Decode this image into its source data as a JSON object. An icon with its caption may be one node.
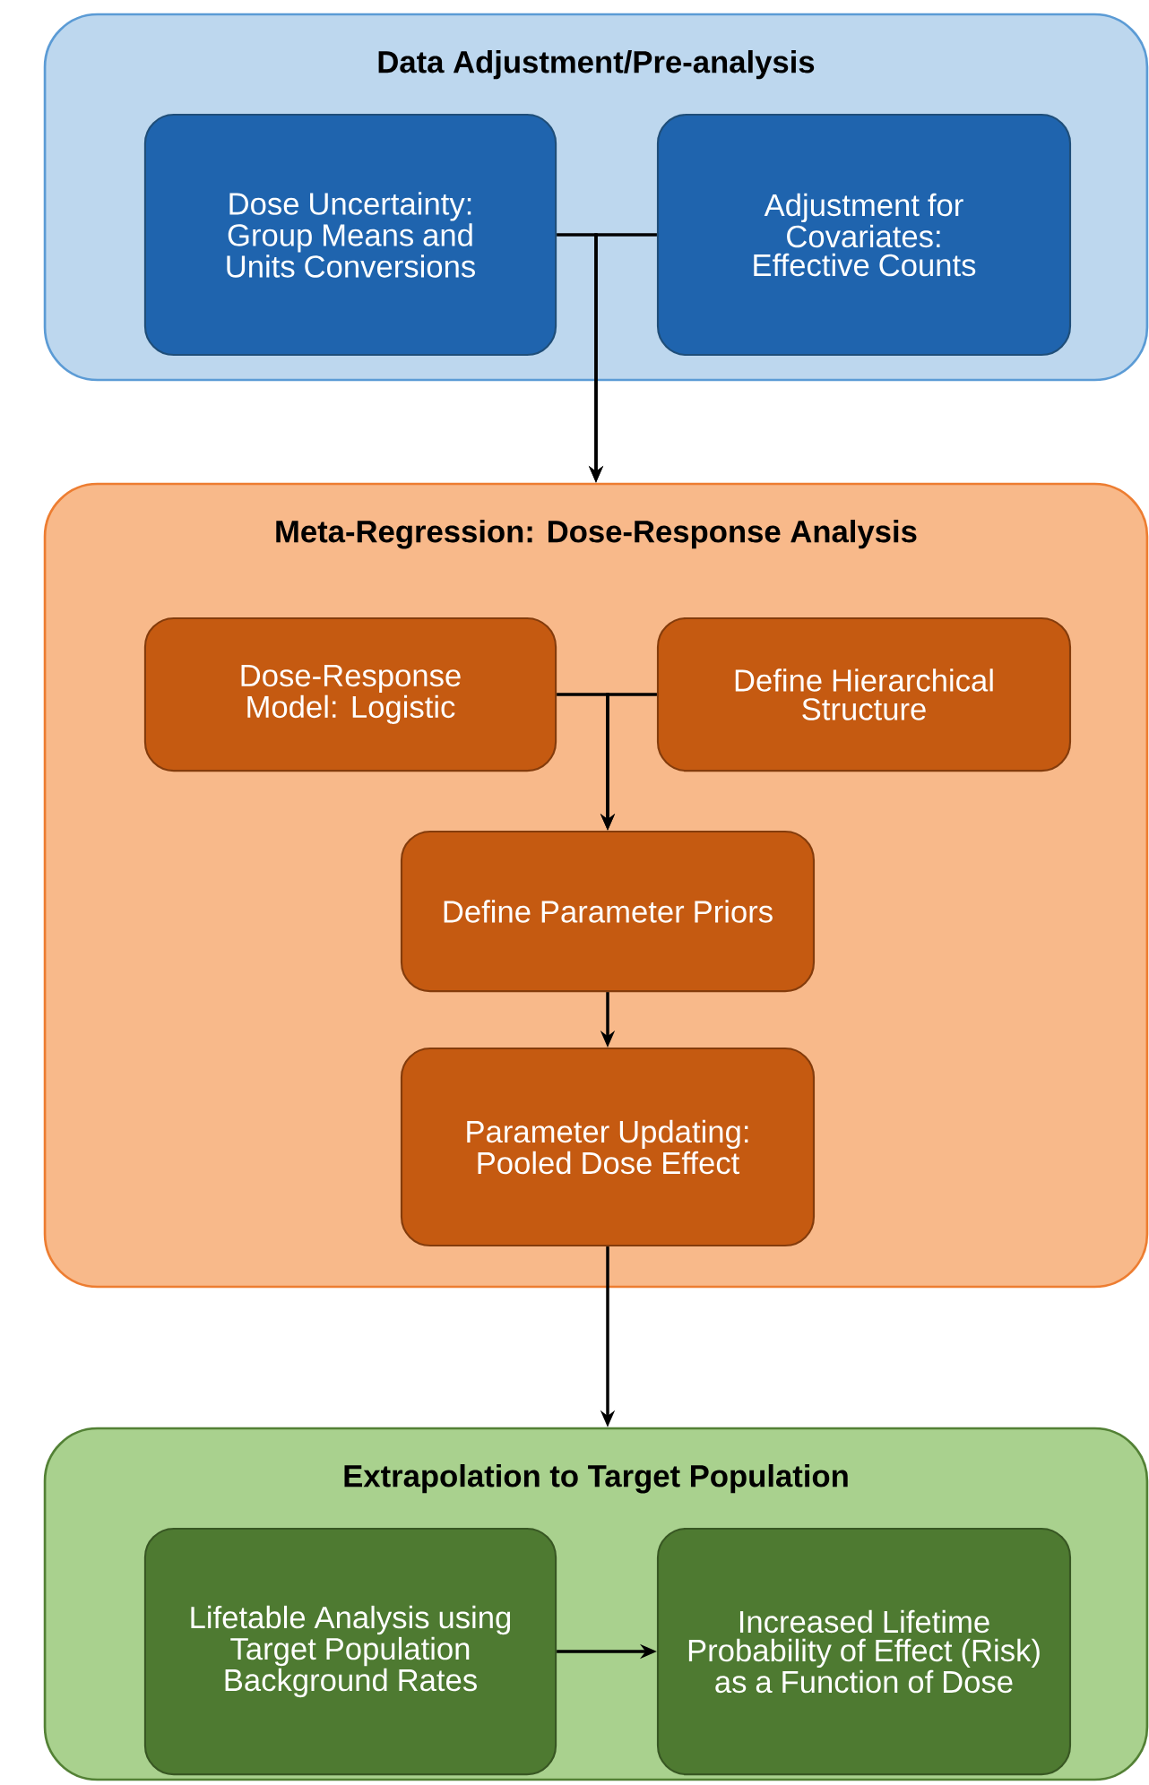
{
  "diagram": {
    "nodes": [
      {
        "text": [
          "Data Adjustment/Pre-analysis"
        ]
      },
      {
        "text": [
          "Dose Uncertainty: Group Means and Units Conversions"
        ],
        "in": 0
      },
      {
        "text": [
          "Adjustment for Covariates: Effective Counts"
        ],
        "in": 0
      },
      {
        "text": [
          "Meta-Regression: Dose-Response Analysis"
        ]
      },
      {
        "text": [
          "Dose-Response Model: Logistic"
        ],
        "in": 3
      },
      {
        "text": [
          "Define Hierarchical Structure"
        ],
        "in": 3
      },
      {
        "text": [
          "Define Parameter Priors"
        ],
        "in": 3
      },
      {
        "text": [
          "Parameter Updating: Pooled Dose Effect"
        ],
        "in": 3
      },
      {
        "text": [
          "Extrapolation to Target Population"
        ]
      },
      {
        "text": [
          "Lifetable Analysis using Target Population Background Rates"
        ],
        "in": 8
      },
      {
        "text": [
          "Increased Lifetime Probability of Effect (Risk) as a Function of Dose"
        ],
        "in": 8
      }
    ],
    "edges": [
      {
        "from": 1,
        "to": 3,
        "arrow": "to"
      },
      {
        "from": 2,
        "to": 3,
        "arrow": "to"
      },
      {
        "from": 4,
        "to": 6,
        "arrow": "to"
      },
      {
        "from": 5,
        "to": 6,
        "arrow": "to"
      },
      {
        "from": 6,
        "to": 7,
        "arrow": "to"
      },
      {
        "from": 7,
        "to": 8,
        "arrow": "to"
      },
      {
        "from": 9,
        "to": 10,
        "arrow": "to"
      }
    ]
  }
}
